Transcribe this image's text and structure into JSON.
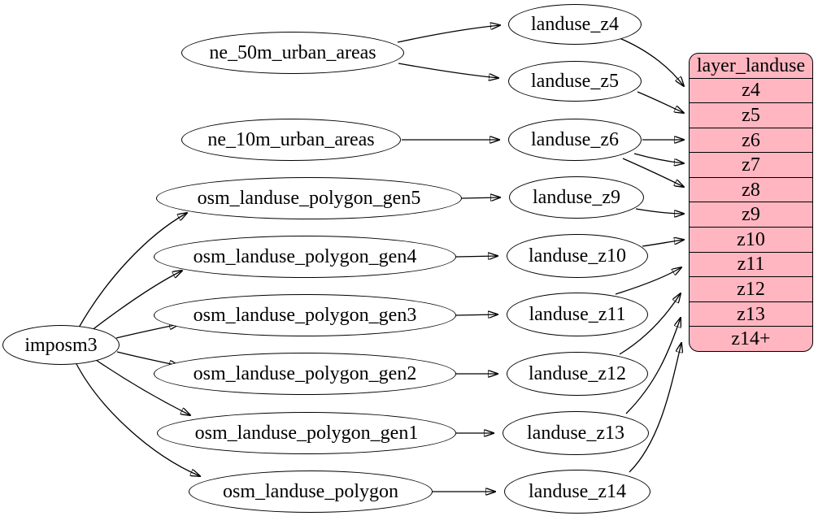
{
  "diagram": {
    "kind": "dependency-graph",
    "background_color": "#ffffff",
    "node_fill": "#ffffff",
    "node_stroke": "#000000",
    "layer_fill": "#ffb6c1"
  },
  "generator": {
    "label": "imposm3"
  },
  "sources": [
    "ne_50m_urban_areas",
    "ne_10m_urban_areas",
    "osm_landuse_polygon_gen5",
    "osm_landuse_polygon_gen4",
    "osm_landuse_polygon_gen3",
    "osm_landuse_polygon_gen2",
    "osm_landuse_polygon_gen1",
    "osm_landuse_polygon"
  ],
  "tables": [
    "landuse_z4",
    "landuse_z5",
    "landuse_z6",
    "landuse_z9",
    "landuse_z10",
    "landuse_z11",
    "landuse_z12",
    "landuse_z13",
    "landuse_z14"
  ],
  "layer": {
    "title": "layer_landuse",
    "rows": [
      "z4",
      "z5",
      "z6",
      "z7",
      "z8",
      "z9",
      "z10",
      "z11",
      "z12",
      "z13",
      "z14+"
    ]
  },
  "edges": [
    {
      "from": "imposm3",
      "to": "osm_landuse_polygon_gen5"
    },
    {
      "from": "imposm3",
      "to": "osm_landuse_polygon_gen4"
    },
    {
      "from": "imposm3",
      "to": "osm_landuse_polygon_gen3"
    },
    {
      "from": "imposm3",
      "to": "osm_landuse_polygon_gen2"
    },
    {
      "from": "imposm3",
      "to": "osm_landuse_polygon_gen1"
    },
    {
      "from": "imposm3",
      "to": "osm_landuse_polygon"
    },
    {
      "from": "ne_50m_urban_areas",
      "to": "landuse_z4"
    },
    {
      "from": "ne_50m_urban_areas",
      "to": "landuse_z5"
    },
    {
      "from": "ne_10m_urban_areas",
      "to": "landuse_z6"
    },
    {
      "from": "osm_landuse_polygon_gen5",
      "to": "landuse_z9"
    },
    {
      "from": "osm_landuse_polygon_gen4",
      "to": "landuse_z10"
    },
    {
      "from": "osm_landuse_polygon_gen3",
      "to": "landuse_z11"
    },
    {
      "from": "osm_landuse_polygon_gen2",
      "to": "landuse_z12"
    },
    {
      "from": "osm_landuse_polygon_gen1",
      "to": "landuse_z13"
    },
    {
      "from": "osm_landuse_polygon",
      "to": "landuse_z14"
    },
    {
      "from": "landuse_z4",
      "to": "layer_landuse:z4"
    },
    {
      "from": "landuse_z5",
      "to": "layer_landuse:z5"
    },
    {
      "from": "landuse_z6",
      "to": "layer_landuse:z6"
    },
    {
      "from": "landuse_z6",
      "to": "layer_landuse:z7"
    },
    {
      "from": "landuse_z6",
      "to": "layer_landuse:z8"
    },
    {
      "from": "landuse_z9",
      "to": "layer_landuse:z9"
    },
    {
      "from": "landuse_z10",
      "to": "layer_landuse:z10"
    },
    {
      "from": "landuse_z11",
      "to": "layer_landuse:z11"
    },
    {
      "from": "landuse_z12",
      "to": "layer_landuse:z12"
    },
    {
      "from": "landuse_z13",
      "to": "layer_landuse:z13"
    },
    {
      "from": "landuse_z14",
      "to": "layer_landuse:z14+"
    }
  ]
}
